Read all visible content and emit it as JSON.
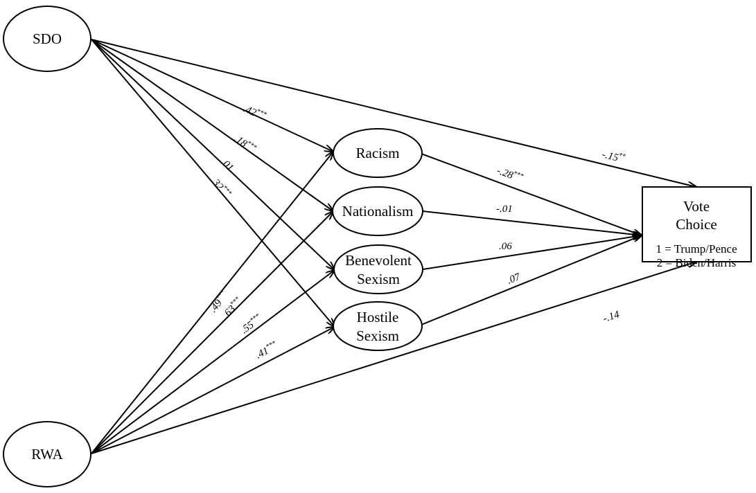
{
  "nodes": {
    "sdo": {
      "label": "SDO"
    },
    "rwa": {
      "label": "RWA"
    },
    "racism": {
      "label": "Racism"
    },
    "nationalism": {
      "label": "Nationalism"
    },
    "benevolent_sexism": {
      "line1": "Benevolent",
      "line2": "Sexism"
    },
    "hostile_sexism": {
      "line1": "Hostile",
      "line2": "Sexism"
    },
    "vote_choice": {
      "line1": "Vote",
      "line2": "Choice",
      "line3": "1 = Trump/Pence",
      "line4": "2 = Biden/Harris"
    }
  },
  "paths": {
    "sdo_racism": {
      "coef": ".42",
      "sig": "***"
    },
    "sdo_nationalism": {
      "coef": ".18",
      "sig": "***"
    },
    "sdo_benevolent": {
      "coef": ".01",
      "sig": ""
    },
    "sdo_hostile": {
      "coef": ".32",
      "sig": "***"
    },
    "sdo_vote": {
      "coef": "-.15",
      "sig": "**"
    },
    "rwa_racism": {
      "coef": ".49",
      "sig": "***"
    },
    "rwa_nationalism": {
      "coef": ".63",
      "sig": "***"
    },
    "rwa_benevolent": {
      "coef": ".55",
      "sig": "***"
    },
    "rwa_hostile": {
      "coef": ".41",
      "sig": "***"
    },
    "rwa_vote": {
      "coef": "-.14",
      "sig": ""
    },
    "racism_vote": {
      "coef": "-.28",
      "sig": "***"
    },
    "nationalism_vote": {
      "coef": "-.01",
      "sig": ""
    },
    "benevolent_vote": {
      "coef": ".06",
      "sig": ""
    },
    "hostile_vote": {
      "coef": ".07",
      "sig": ""
    }
  }
}
